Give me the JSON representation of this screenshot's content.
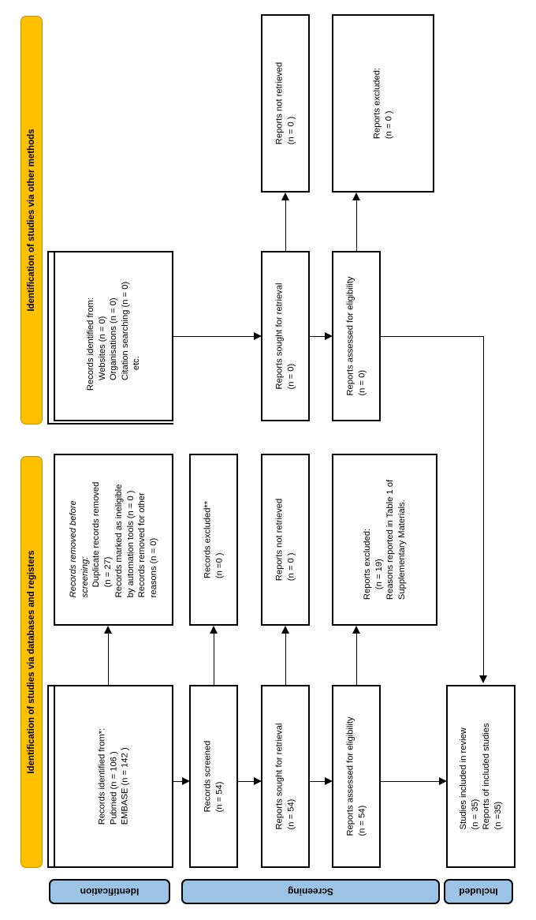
{
  "diagram": {
    "type": "prisma-flow-diagram",
    "orientation": "rotated-90-ccw",
    "colors": {
      "stage_header_fill": "#FFC000",
      "stage_header_border": "#BF9000",
      "phase_bar_fill": "#9CC3E5",
      "box_border": "#000000",
      "background": "#FFFFFF"
    }
  },
  "stage_headers": {
    "other_methods": "Identification of studies via other methods",
    "databases": "Identification of studies via databases and registers"
  },
  "phase_bars": {
    "identification": "Identification",
    "screening": "Screening",
    "included": "Included"
  },
  "databases_track": {
    "identified": {
      "line1": "Records identified from*:",
      "line2": "Pubmed (n = 106 )",
      "line3": "EMBASE (n = 142 )"
    },
    "removed_before_screening": {
      "line1": "Records removed before",
      "line1b": "screening:",
      "line2": "Duplicate records removed",
      "line3": "(n = 27)",
      "line4": "Records marked as ineligible",
      "line5": "by automation tools (n = 0 )",
      "line6": "Records removed for other",
      "line7": "reasons (n = 0)"
    },
    "records_screened": {
      "line1": "Records screened",
      "line2": "(n = 54)"
    },
    "records_excluded": {
      "line1": "Records excluded**",
      "line2": "(n =0 )"
    },
    "reports_sought": {
      "line1": "Reports sought for retrieval",
      "line2": "(n = 54)"
    },
    "reports_not_retrieved": {
      "line1": "Reports not retrieved",
      "line2": "(n = 0 )"
    },
    "reports_assessed": {
      "line1": "Reports assessed for eligibility",
      "line2": "(n = 54)"
    },
    "reports_excluded": {
      "line1": "Reports excluded:",
      "line2": "(n = 19)",
      "line3": "Reasons reported in Table 1 of",
      "line4": "Supplementary Materials."
    },
    "included_studies": {
      "line1": "Studies included in review",
      "line2": "(n = 35)",
      "line3": "Reports of included studies",
      "line4": "(n =35)"
    }
  },
  "other_methods_track": {
    "identified": {
      "line1": "Records identified from:",
      "line2": "Websites (n = 0)",
      "line3": "Organisations (n = 0)",
      "line4": "Citation searching (n = 0)",
      "line5": "etc."
    },
    "reports_sought": {
      "line1": "Reports sought for retrieval",
      "line2": "(n = 0)"
    },
    "reports_not_retrieved": {
      "line1": "Reports not retrieved",
      "line2": "(n = 0 )"
    },
    "reports_assessed": {
      "line1": "Reports assessed for eligibility",
      "line2": "(n = 0)"
    },
    "reports_excluded": {
      "line1": "Reports excluded:",
      "line2": "(n = 0 )"
    }
  }
}
